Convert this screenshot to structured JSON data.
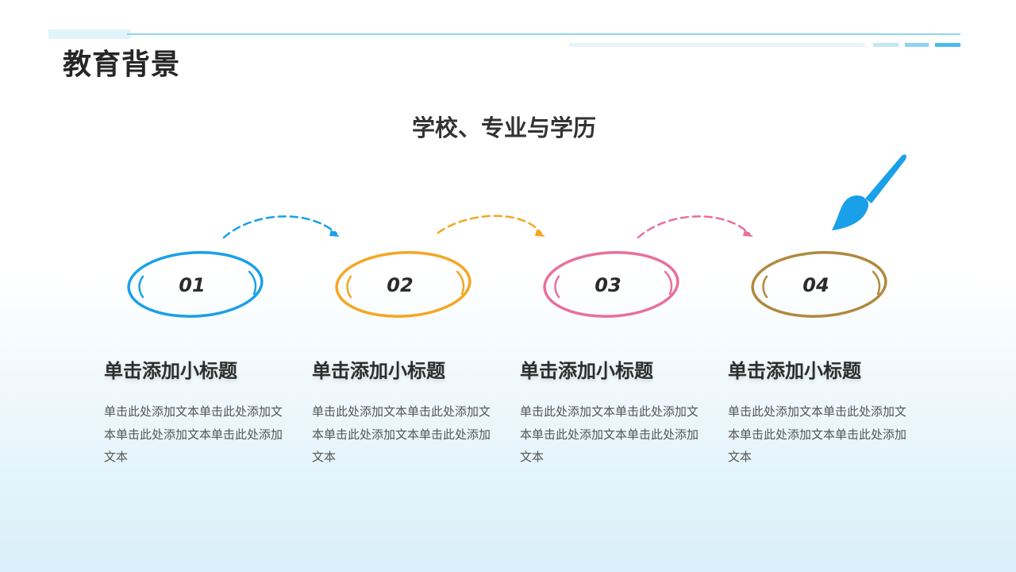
{
  "header": {
    "title": "教育背景"
  },
  "subtitle": "学校、专业与学历",
  "colors": {
    "step1": "#1aa0e8",
    "step2": "#f5a623",
    "step3": "#e8709a",
    "step4": "#b0893f",
    "brush": "#1aa0e8",
    "header_line": "#5cc3ee"
  },
  "steps": [
    {
      "number": "01",
      "title": "单击添加小标题",
      "body": "单击此处添加文本单击此处添加文本单击此处添加文本单击此处添加文本"
    },
    {
      "number": "02",
      "title": "单击添加小标题",
      "body": "单击此处添加文本单击此处添加文本单击此处添加文本单击此处添加文本"
    },
    {
      "number": "03",
      "title": "单击添加小标题",
      "body": "单击此处添加文本单击此处添加文本单击此处添加文本单击此处添加文本"
    },
    {
      "number": "04",
      "title": "单击添加小标题",
      "body": "单击此处添加文本单击此处添加文本单击此处添加文本单击此处添加文本"
    }
  ],
  "icons": {
    "brush": "paintbrush-icon",
    "arrow": "dashed-curved-arrow-icon"
  }
}
